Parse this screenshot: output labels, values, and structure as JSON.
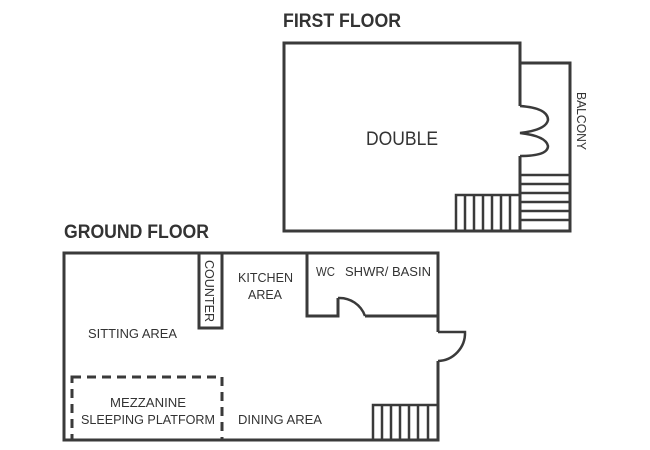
{
  "first_floor": {
    "heading": "FIRST FLOOR",
    "rooms": {
      "double": "DOUBLE",
      "balcony": "BALCONY"
    }
  },
  "ground_floor": {
    "heading": "GROUND FLOOR",
    "rooms": {
      "counter": "COUNTER",
      "kitchen_line1": "KITCHEN",
      "kitchen_line2": "AREA",
      "wc": "WC",
      "shower_basin": "SHWR/ BASIN",
      "sitting": "SITTING AREA",
      "mezzanine_line1": "MEZZANINE",
      "mezzanine_line2": "SLEEPING PLATFORM",
      "dining": "DINING AREA"
    }
  }
}
